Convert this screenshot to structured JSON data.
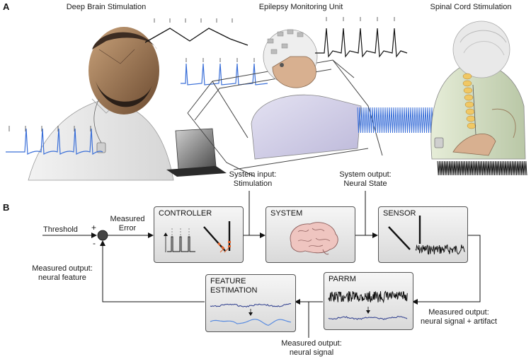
{
  "panel_a": {
    "letter": "A",
    "scene_titles": [
      "Deep Brain Stimulation",
      "Epilepsy Monitoring Unit",
      "Spinal Cord Stimulation"
    ]
  },
  "panel_b": {
    "letter": "B",
    "top_labels": {
      "system_input": [
        "System input:",
        "Stimulation"
      ],
      "system_output": [
        "System output:",
        "Neural State"
      ]
    },
    "threshold": "Threshold",
    "plus": "+",
    "minus": "-",
    "measured_error": [
      "Measured",
      "Error"
    ],
    "feedback_label": [
      "Measured output:",
      "neural feature"
    ],
    "artifact_label": [
      "Measured output:",
      "neural signal + artifact"
    ],
    "neural_signal_label": [
      "Measured output:",
      "neural signal"
    ],
    "blocks": {
      "controller": "CONTROLLER",
      "system": "SYSTEM",
      "sensor": "SENSOR",
      "parrm": "PARRM",
      "feature_estimation": [
        "FEATURE",
        "ESTIMATION"
      ]
    }
  },
  "colors": {
    "signal_blue": "#3a6fd8",
    "dark_blue": "#2a3a8c",
    "electrode_orange": "#e0622a",
    "box_border": "#555555"
  }
}
